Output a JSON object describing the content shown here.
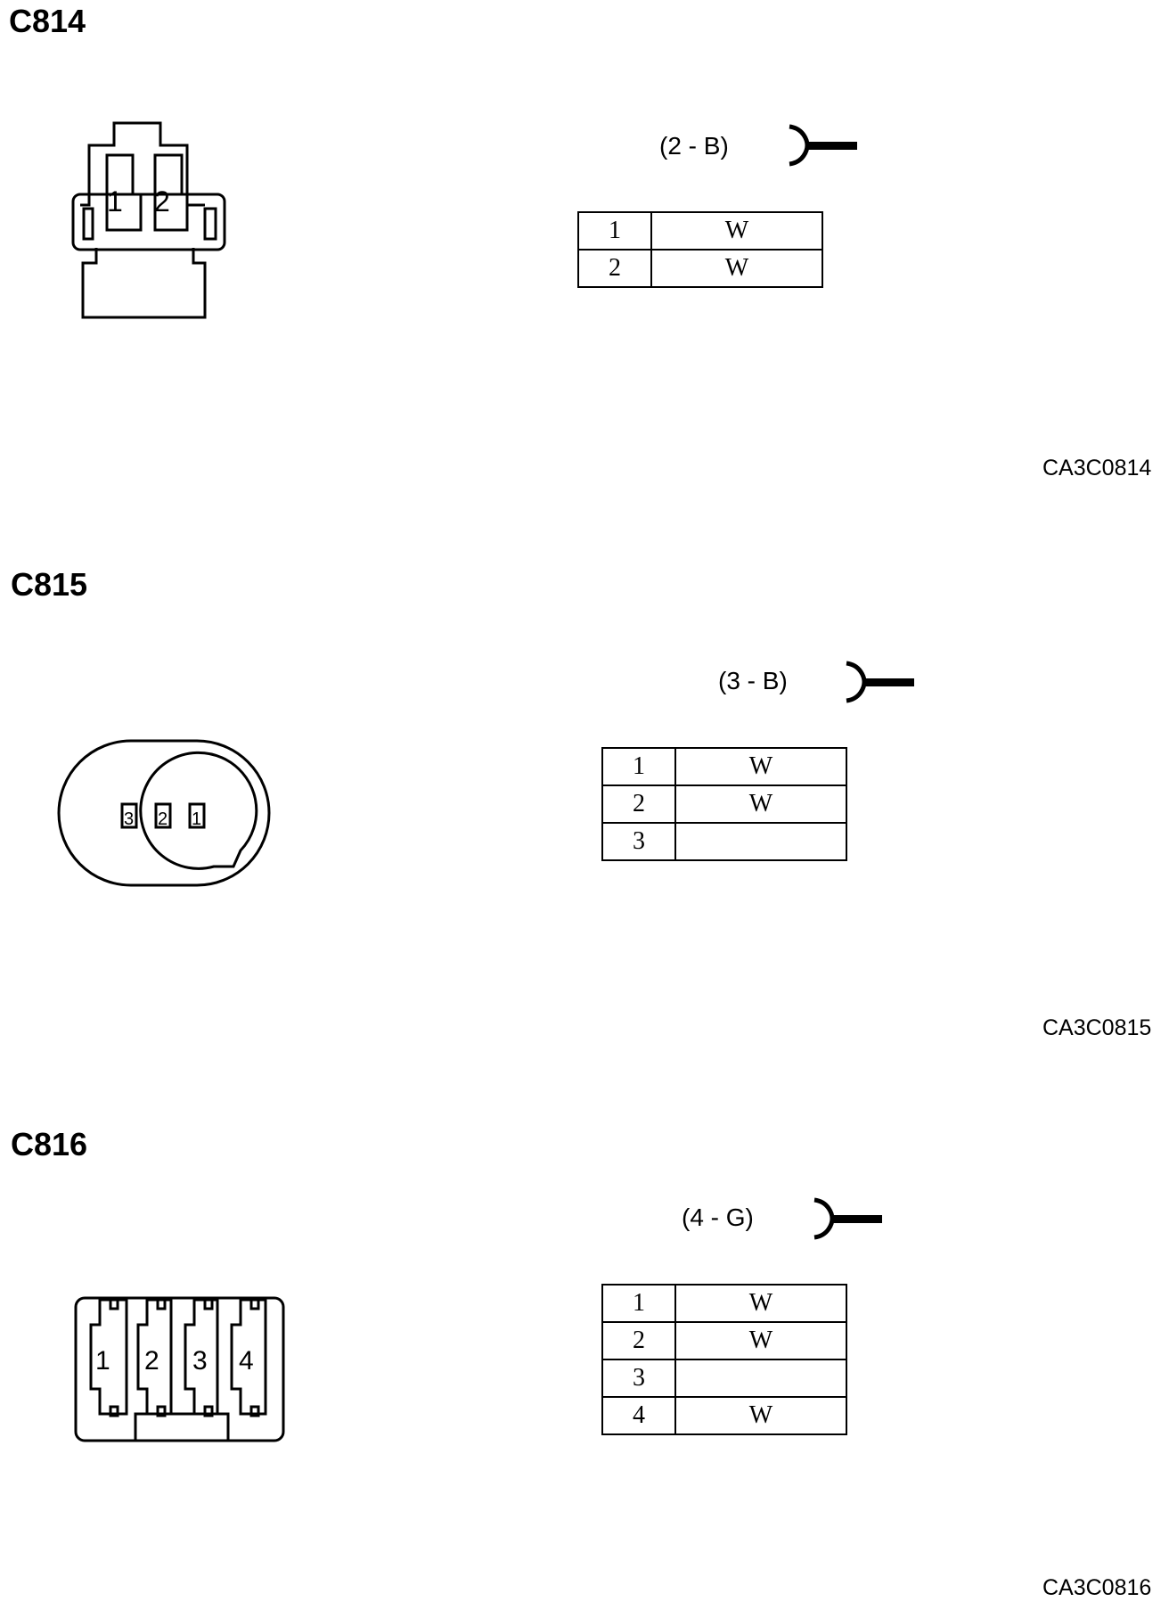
{
  "connectors": [
    {
      "id": "C814",
      "spec": "(2 - B)",
      "figure_code": "CA3C0814",
      "pins": [
        {
          "pin": "1",
          "wire": "W"
        },
        {
          "pin": "2",
          "wire": "W"
        }
      ]
    },
    {
      "id": "C815",
      "spec": "(3 - B)",
      "figure_code": "CA3C0815",
      "pins": [
        {
          "pin": "1",
          "wire": "W"
        },
        {
          "pin": "2",
          "wire": "W"
        },
        {
          "pin": "3",
          "wire": ""
        }
      ]
    },
    {
      "id": "C816",
      "spec": "(4 - G)",
      "figure_code": "CA3C0816",
      "pins": [
        {
          "pin": "1",
          "wire": "W"
        },
        {
          "pin": "2",
          "wire": "W"
        },
        {
          "pin": "3",
          "wire": ""
        },
        {
          "pin": "4",
          "wire": "W"
        }
      ]
    }
  ]
}
